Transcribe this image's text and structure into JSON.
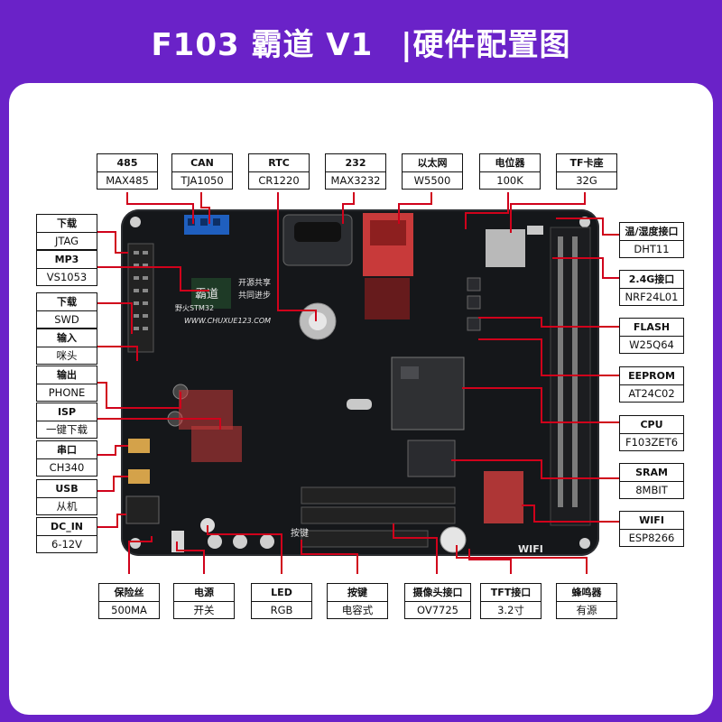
{
  "page_title": "F103 霸道 V1  |硬件配置图",
  "colors": {
    "background": "#6a22c8",
    "panel": "#ffffff",
    "board": "#15171a",
    "leader_line": "#d0021b"
  },
  "board_silkscreen": {
    "brand_cn": "霸道",
    "brand_cn2": "野火STM32",
    "slogan1": "开源共享",
    "slogan2": "共同进步",
    "website": "WWW.CHUXUE123.COM",
    "wifi_mark": "WIFI",
    "key_mark": "按键"
  },
  "labels": {
    "top": [
      {
        "title": "485",
        "value": "MAX485"
      },
      {
        "title": "CAN",
        "value": "TJA1050"
      },
      {
        "title": "RTC",
        "value": "CR1220"
      },
      {
        "title": "232",
        "value": "MAX3232"
      },
      {
        "title": "以太网",
        "value": "W5500"
      },
      {
        "title": "电位器",
        "value": "100K"
      },
      {
        "title": "TF卡座",
        "value": "32G"
      }
    ],
    "left": [
      {
        "title": "下载",
        "value": "JTAG"
      },
      {
        "title": "MP3",
        "value": "VS1053"
      },
      {
        "title": "下载",
        "value": "SWD"
      },
      {
        "title": "输入",
        "value": "咪头"
      },
      {
        "title": "输出",
        "value": "PHONE"
      },
      {
        "title": "ISP",
        "value": "一键下载"
      },
      {
        "title": "串口",
        "value": "CH340"
      },
      {
        "title": "USB",
        "value": "从机"
      },
      {
        "title": "DC_IN",
        "value": "6-12V"
      }
    ],
    "right": [
      {
        "title": "温/湿度接口",
        "value": "DHT11"
      },
      {
        "title": "2.4G接口",
        "value": "NRF24L01"
      },
      {
        "title": "FLASH",
        "value": "W25Q64"
      },
      {
        "title": "EEPROM",
        "value": "AT24C02"
      },
      {
        "title": "CPU",
        "value": "F103ZET6"
      },
      {
        "title": "SRAM",
        "value": "8MBIT"
      },
      {
        "title": "WIFI",
        "value": "ESP8266"
      }
    ],
    "bottom": [
      {
        "title": "保险丝",
        "value": "500MA"
      },
      {
        "title": "电源",
        "value": "开关"
      },
      {
        "title": "LED",
        "value": "RGB"
      },
      {
        "title": "按键",
        "value": "电容式"
      },
      {
        "title": "摄像头接口",
        "value": "OV7725"
      },
      {
        "title": "TFT接口",
        "value": "3.2寸"
      },
      {
        "title": "蜂鸣器",
        "value": "有源"
      }
    ]
  }
}
